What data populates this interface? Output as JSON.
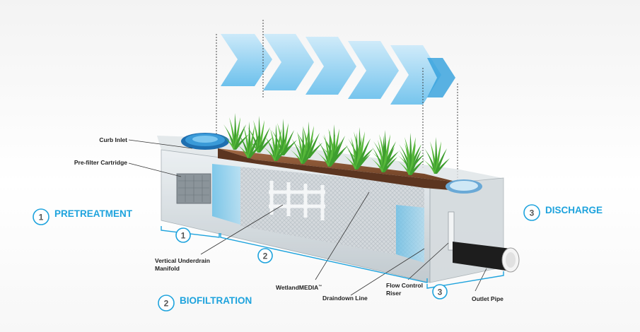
{
  "stages": [
    {
      "number": "1",
      "title": "PRETREATMENT"
    },
    {
      "number": "2",
      "title": "BIOFILTRATION"
    },
    {
      "number": "3",
      "title": "DISCHARGE"
    }
  ],
  "bracket_numbers": [
    "1",
    "2",
    "3"
  ],
  "callouts": {
    "curb_inlet": "Curb Inlet",
    "prefilter": "Pre-filter Cartridge",
    "underdrain_line1": "Vertical Underdrain",
    "underdrain_line2": "Manifold",
    "wetlandmedia": "WetlandMEDIA",
    "tm": "™",
    "draindown": "Draindown Line",
    "flow_line1": "Flow Control",
    "flow_line2": "Riser",
    "outlet": "Outlet Pipe"
  },
  "colors": {
    "accent": "#1ea3dd",
    "arrow_fill": "#5fc2f2",
    "soil": "#7a4a2c",
    "plant": "#3e9e2e",
    "concrete": "#c8ced2"
  }
}
